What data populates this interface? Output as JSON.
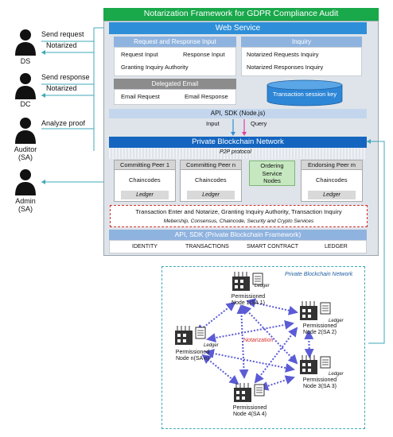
{
  "title": "Notarization Framework for GDPR Compliance Audit",
  "actors": [
    {
      "name": "DS"
    },
    {
      "name": "DC"
    },
    {
      "name": "Auditor\n(SA)"
    },
    {
      "name": "Admin\n(SA)"
    }
  ],
  "flows": {
    "ds_send": "Send request",
    "ds_notarized": "Notarized",
    "dc_send": "Send response",
    "dc_notarized": "Notarized",
    "auditor_analyze": "Analyze proof"
  },
  "web_service": {
    "title": "Web Service",
    "req_resp_title": "Request and Response Input",
    "request_input": "Request Input",
    "response_input": "Response Input",
    "granting": "Granting Inquiry Authority",
    "inquiry_title": "Inquiry",
    "notarized_requests": "Notarized Requests Inquiry",
    "notarized_responses": "Notarized Responses Inquiry",
    "delegated_title": "Delegated Email",
    "email_request": "Email Request",
    "email_response": "Email Response",
    "session_key": "Transaction session key"
  },
  "api_node": {
    "title": "API, SDK (Node.js)",
    "input": "Input",
    "query": "Query"
  },
  "pbn": {
    "title": "Private Blockchain Network",
    "p2p": "P2P protocol",
    "peer1": "Committing Peer 1",
    "peern": "Committing Peer n",
    "ordering": "Ordering\nService\nNodes",
    "endorsing": "Endorsing Peer m",
    "chaincodes": "Chaincodes",
    "ledger": "Ledger",
    "transactions": "Transaction Enter and Notarize,  Granting Inquiry Authority, Transaction Inquiry",
    "services": "Mebership, Consensus, Chaincode, Security and Crypto Services"
  },
  "api_framework": {
    "title": "API, SDK (Private Blockchain Framework)",
    "items": [
      "IDENTITY",
      "TRANSACTIONS",
      "SMART CONTRACT",
      "LEDGER"
    ]
  },
  "network": {
    "title": "Private Blockchain Network",
    "center_label": "Notarization",
    "ledger": "Ledger",
    "nodes": [
      {
        "l1": "Permissioned",
        "l2": "Node 1(SA 1)"
      },
      {
        "l1": "Permissioned",
        "l2": "Node 2(SA 2)"
      },
      {
        "l1": "Permissioned",
        "l2": "Node 3(SA 3)"
      },
      {
        "l1": "Permissioned",
        "l2": "Node 4(SA 4)"
      },
      {
        "l1": "Permissioned",
        "l2": "Node n(SA n)"
      }
    ]
  },
  "colors": {
    "green": "#19a84a",
    "blue": "#2e8fd8",
    "dark_blue": "#1565c0",
    "arrow": "#5b5bd6",
    "red_dash": "#d32f2f",
    "teal": "#3fa9b8"
  }
}
